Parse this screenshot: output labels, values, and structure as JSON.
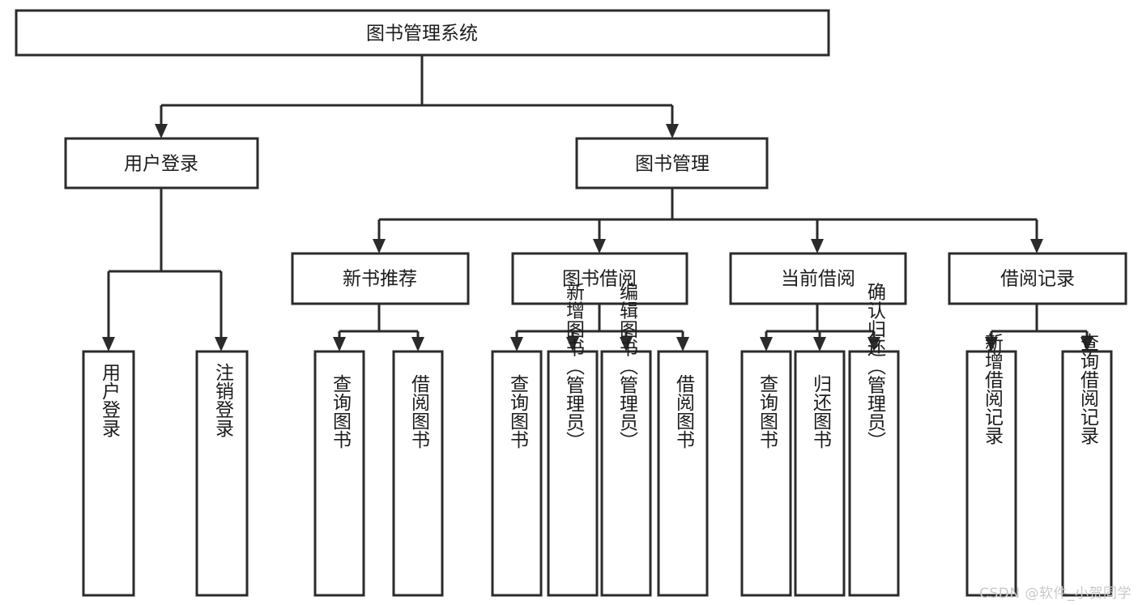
{
  "diagram": {
    "title": "图书管理系统",
    "type": "hierarchy-tree",
    "watermark": "CSDN @软件_小贺同学",
    "colors": {
      "stroke": "#2b2b2b",
      "fill": "#ffffff",
      "text": "#1c1c1c",
      "watermark": "#c9c9c9"
    },
    "levels": {
      "root": "图书管理系统",
      "level2": [
        "用户登录",
        "图书管理"
      ],
      "level3": [
        "新书推荐",
        "图书借阅",
        "当前借阅",
        "借阅记录"
      ]
    },
    "nodes": {
      "root": {
        "label": "图书管理系统"
      },
      "user_login": {
        "label": "用户登录"
      },
      "book_manage": {
        "label": "图书管理"
      },
      "new_book_rec": {
        "label": "新书推荐"
      },
      "book_borrow": {
        "label": "图书借阅"
      },
      "current_borrow": {
        "label": "当前借阅"
      },
      "borrow_record": {
        "label": "借阅记录"
      },
      "leaf_user_login": {
        "label": "用户登录"
      },
      "leaf_logout": {
        "label": "注销登录"
      },
      "leaf_query_book_1": {
        "label": "查询图书"
      },
      "leaf_borrow_book_1": {
        "label": "借阅图书"
      },
      "leaf_query_book_2": {
        "label": "查询图书"
      },
      "leaf_add_book": {
        "label": "新增图书（管理员）"
      },
      "leaf_edit_book": {
        "label": "编辑图书（管理员）"
      },
      "leaf_borrow_book_2": {
        "label": "借阅图书"
      },
      "leaf_query_book_3": {
        "label": "查询图书"
      },
      "leaf_return_book": {
        "label": "归还图书"
      },
      "leaf_confirm_return": {
        "label": "确认归还（管理员）"
      },
      "leaf_add_record": {
        "label": "新增借阅记录"
      },
      "leaf_query_record": {
        "label": "查询借阅记录"
      }
    },
    "tree": [
      {
        "label": "用户登录",
        "children": [
          "用户登录",
          "注销登录"
        ]
      },
      {
        "label": "图书管理",
        "children": [
          {
            "label": "新书推荐",
            "children": [
              "查询图书",
              "借阅图书"
            ]
          },
          {
            "label": "图书借阅",
            "children": [
              "查询图书",
              "新增图书（管理员）",
              "编辑图书（管理员）",
              "借阅图书"
            ]
          },
          {
            "label": "当前借阅",
            "children": [
              "查询图书",
              "归还图书",
              "确认归还（管理员）"
            ]
          },
          {
            "label": "借阅记录",
            "children": [
              "新增借阅记录",
              "查询借阅记录"
            ]
          }
        ]
      }
    ]
  }
}
